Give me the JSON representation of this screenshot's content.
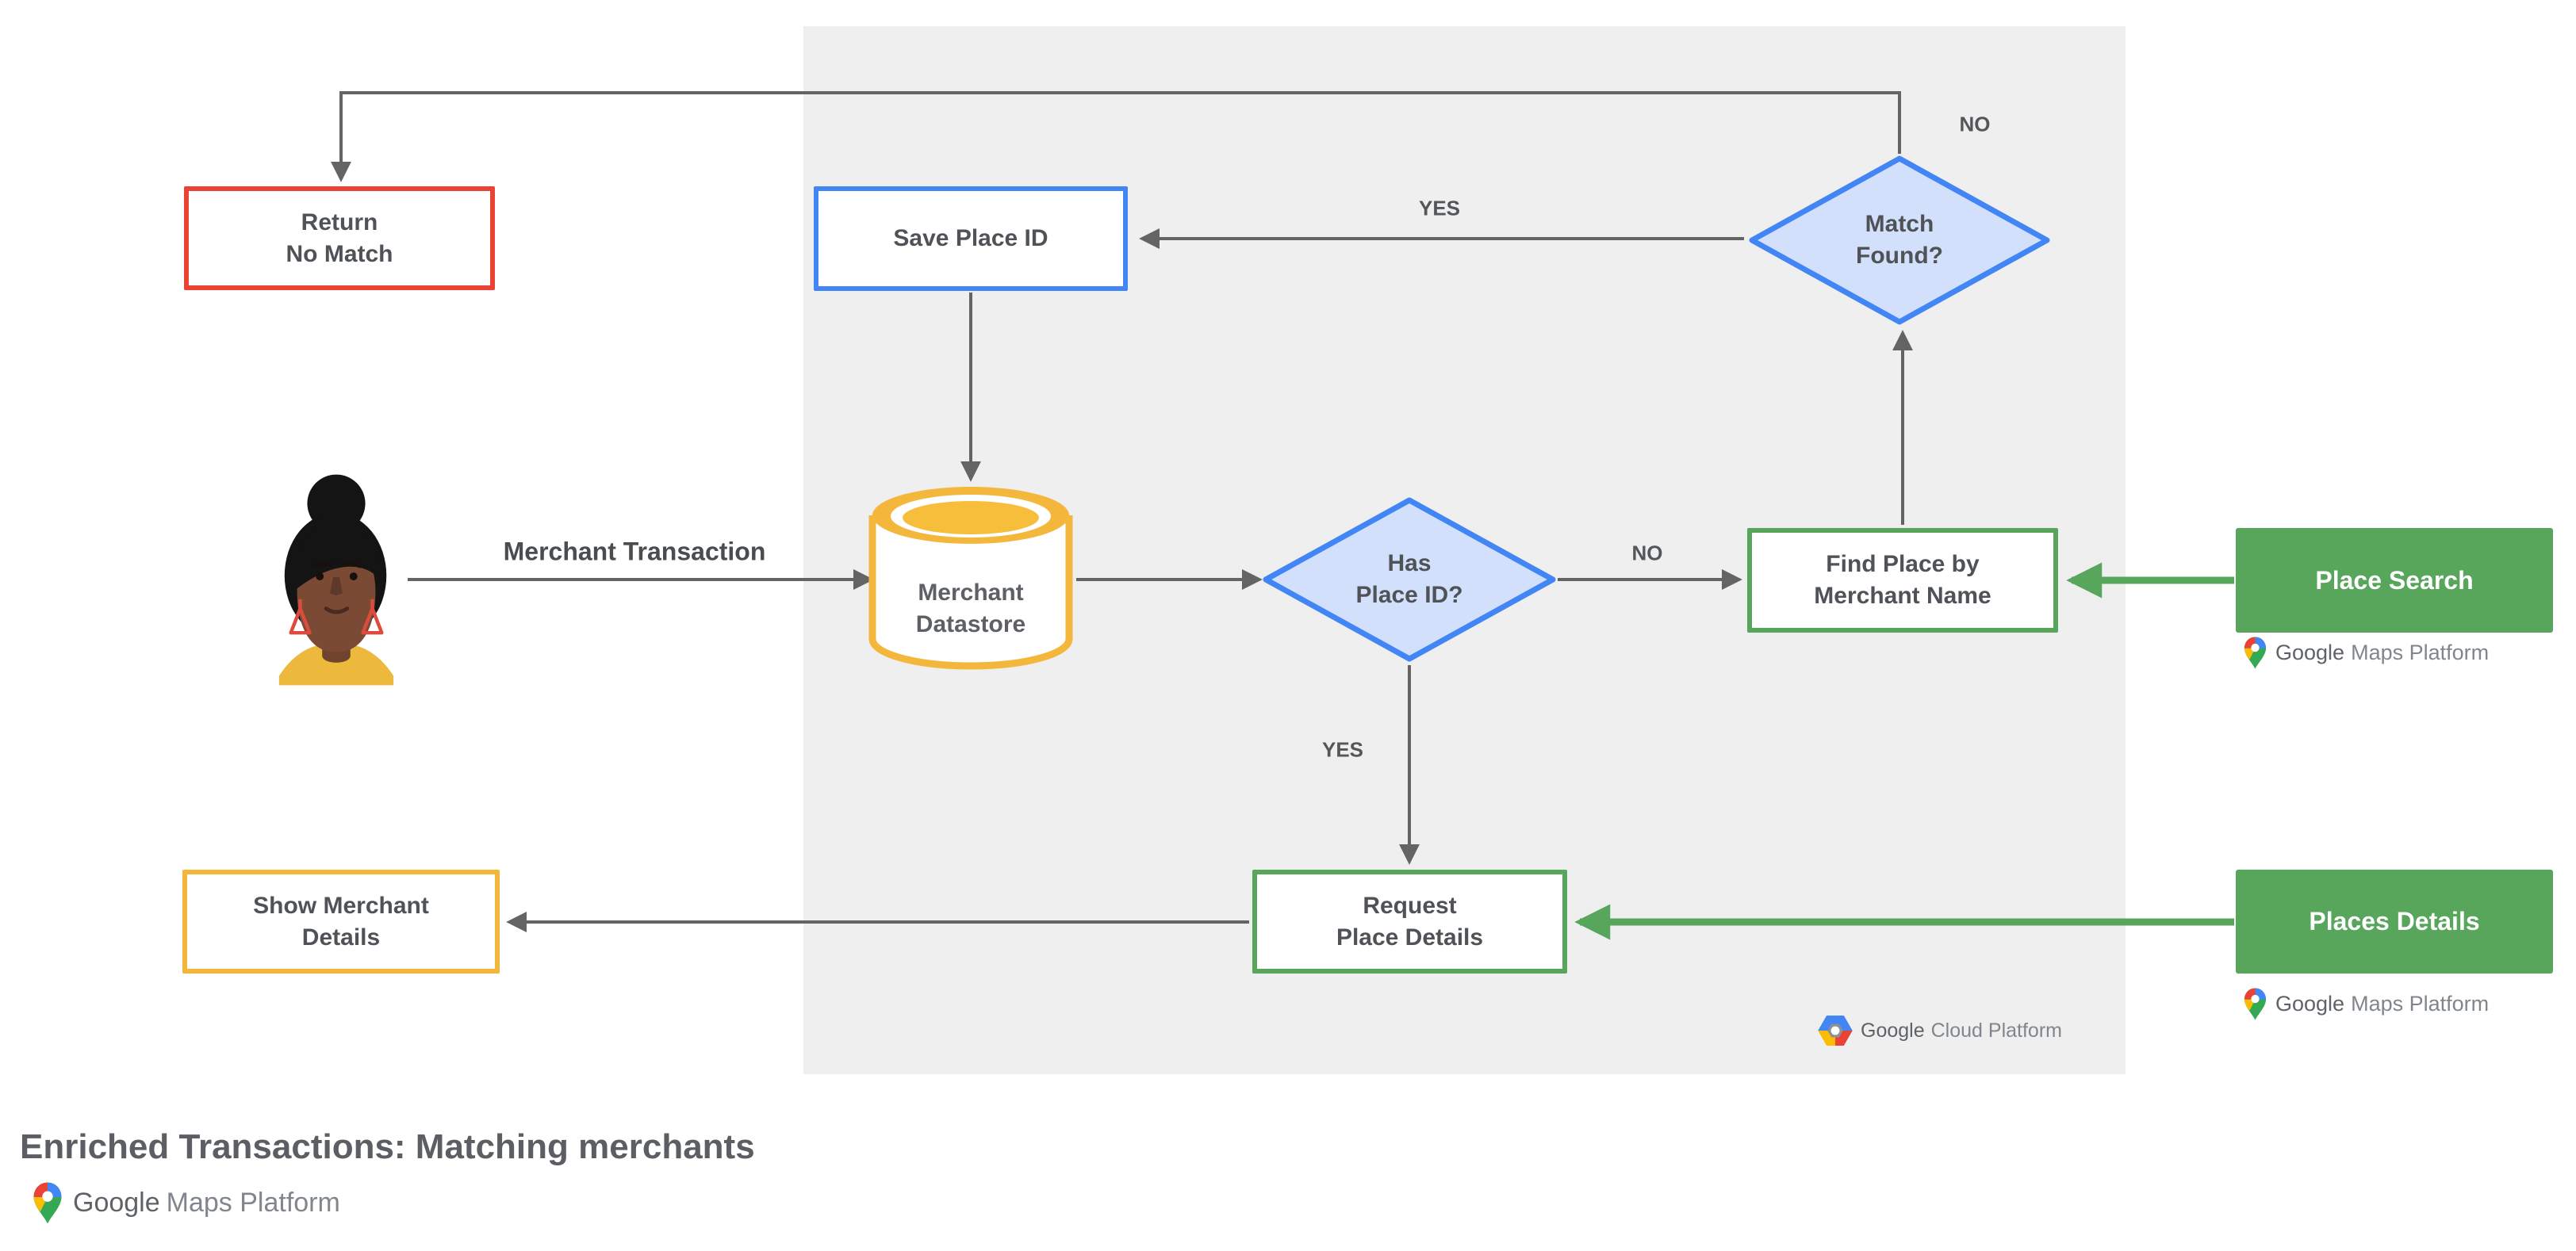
{
  "title": "Enriched Transactions: Matching merchants",
  "diagram": {
    "nodes": {
      "return_no_match": {
        "label": "Return\nNo Match"
      },
      "save_place_id": {
        "label": "Save Place ID"
      },
      "match_found": {
        "label": "Match\nFound?"
      },
      "merchant_datastore": {
        "label": "Merchant\nDatastore"
      },
      "has_place_id": {
        "label": "Has\nPlace ID?"
      },
      "find_place": {
        "label": "Find Place by\nMerchant Name"
      },
      "request_place_details": {
        "label": "Request\nPlace Details"
      },
      "show_merchant_details": {
        "label": "Show Merchant\nDetails"
      }
    },
    "api_products": {
      "place_search": {
        "label": "Place Search"
      },
      "places_details": {
        "label": "Places Details"
      }
    },
    "edge_labels": {
      "merchant_transaction": "Merchant Transaction",
      "has_place_id_no": "NO",
      "has_place_id_yes": "YES",
      "match_found_yes": "YES",
      "match_found_no": "NO"
    }
  },
  "branding": {
    "google": "Google",
    "cloud_platform": "Cloud Platform",
    "maps_platform": "Maps Platform"
  },
  "colors": {
    "red": "#EA4335",
    "blue": "#4285F4",
    "blue_fill": "#D3E0FB",
    "yellow": "#F2B63C",
    "green": "#58A55C",
    "line_gray": "#646464",
    "panel_gray": "#EFEFEF",
    "text_gray": "#4F5357"
  }
}
